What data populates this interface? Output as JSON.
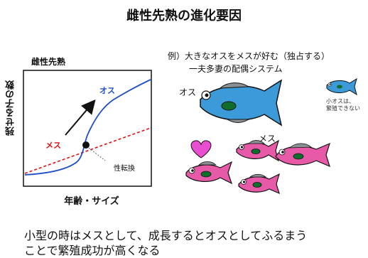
{
  "title": "雌性先熟の進化要因",
  "chart": {
    "title": "雌性先熟",
    "ylabel": "残せる子の数",
    "xlabel": "年齢・サイズ",
    "male_label": "オス",
    "female_label": "メス",
    "crossover_label": "性転換"
  },
  "example": {
    "line1": "例）大きなオスをメスが好む（独占する）",
    "line2": "一夫多妻の配偶システム",
    "male_label": "オス",
    "female_label": "メス",
    "small_male_note_line1": "小オスは、",
    "small_male_note_line2": "繁殖できない"
  },
  "caption": {
    "line1": "小型の時はメスとして、成長するとオスとしてふるまう",
    "line2": "ことで繁殖成功が高くなる"
  },
  "colors": {
    "male_curve": "#1e4fc8",
    "female_line": "#e01010",
    "fish_male_body": "#3d9ad8",
    "fish_female_body": "#e65aa8",
    "fish_spot": "#0f6e2c",
    "fin": "#8a8f94",
    "heart": "#e84ecf"
  }
}
